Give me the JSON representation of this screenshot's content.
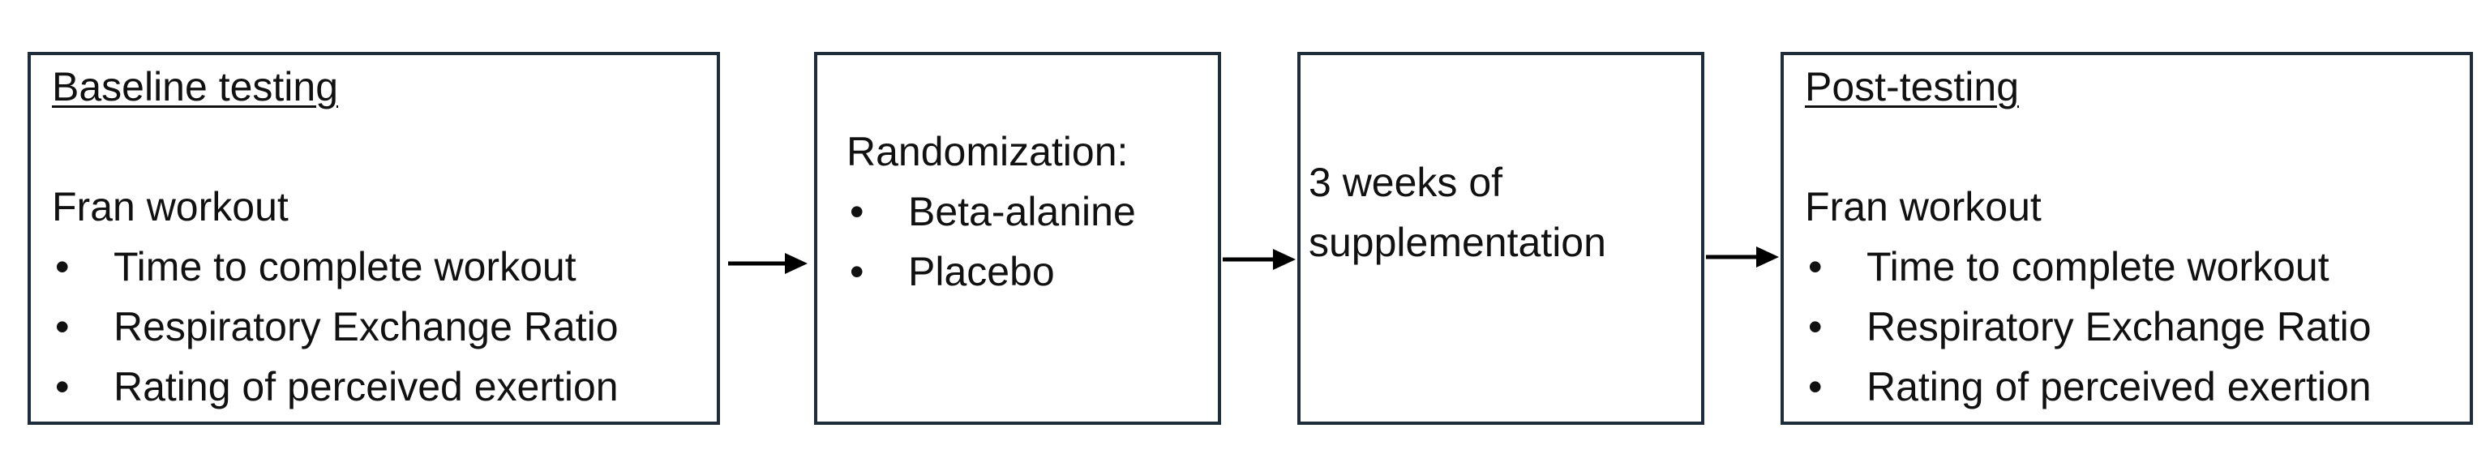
{
  "colors": {
    "border": "#1f2d3a",
    "text": "#111111",
    "arrow": "#000000"
  },
  "boxes": {
    "baseline": {
      "heading": "Baseline testing",
      "subtitle": "Fran workout",
      "items": [
        "Time to complete workout",
        "Respiratory Exchange Ratio",
        "Rating of perceived exertion"
      ]
    },
    "randomization": {
      "title": "Randomization:",
      "items": [
        "Beta-alanine",
        "Placebo"
      ]
    },
    "supplementation": {
      "line1": "3 weeks of",
      "line2": "supplementation"
    },
    "post": {
      "heading": "Post-testing",
      "subtitle": "Fran workout",
      "items": [
        "Time to complete workout",
        "Respiratory Exchange Ratio",
        "Rating of perceived exertion"
      ]
    }
  },
  "bullet_glyph": "•"
}
